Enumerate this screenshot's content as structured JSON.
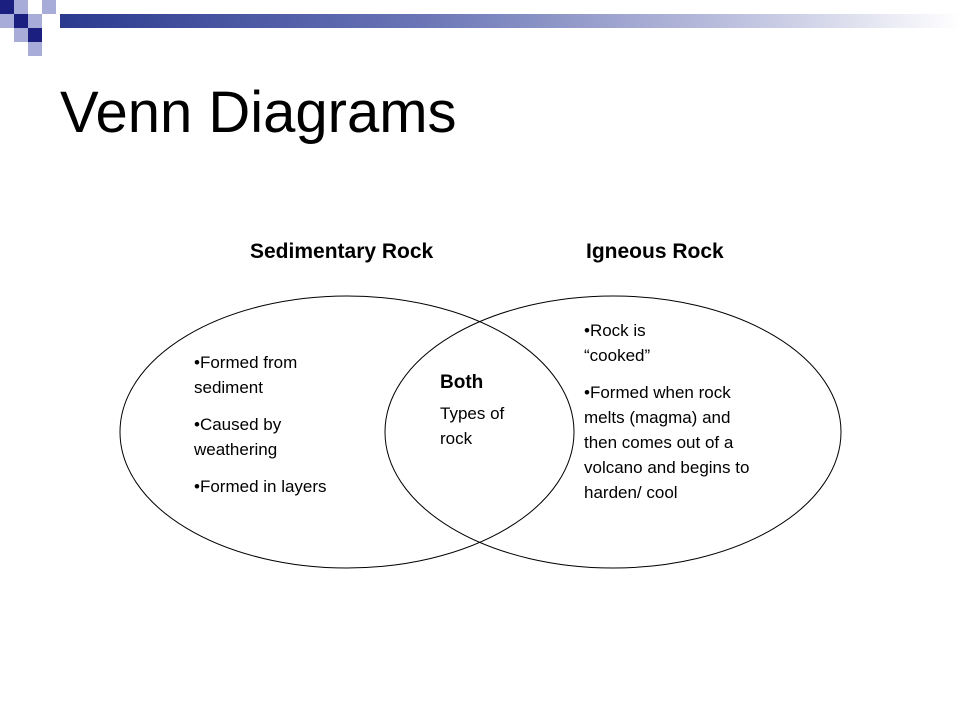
{
  "slide": {
    "title": "Venn Diagrams"
  },
  "venn": {
    "left_set": {
      "label": "Sedimentary Rock",
      "items": [
        "•Formed from sediment",
        "•Caused by weathering",
        "•Formed in layers"
      ]
    },
    "right_set": {
      "label": "Igneous Rock",
      "items": [
        "•Rock is “cooked”",
        "•Formed when rock melts (magma) and then comes out of a volcano and begins to harden/ cool"
      ]
    },
    "overlap": {
      "label": "Both",
      "text": "Types of rock"
    }
  },
  "colors": {
    "accent_dark": "#1a1f80",
    "accent_light": "#a7acd8",
    "outline": "#000000"
  }
}
